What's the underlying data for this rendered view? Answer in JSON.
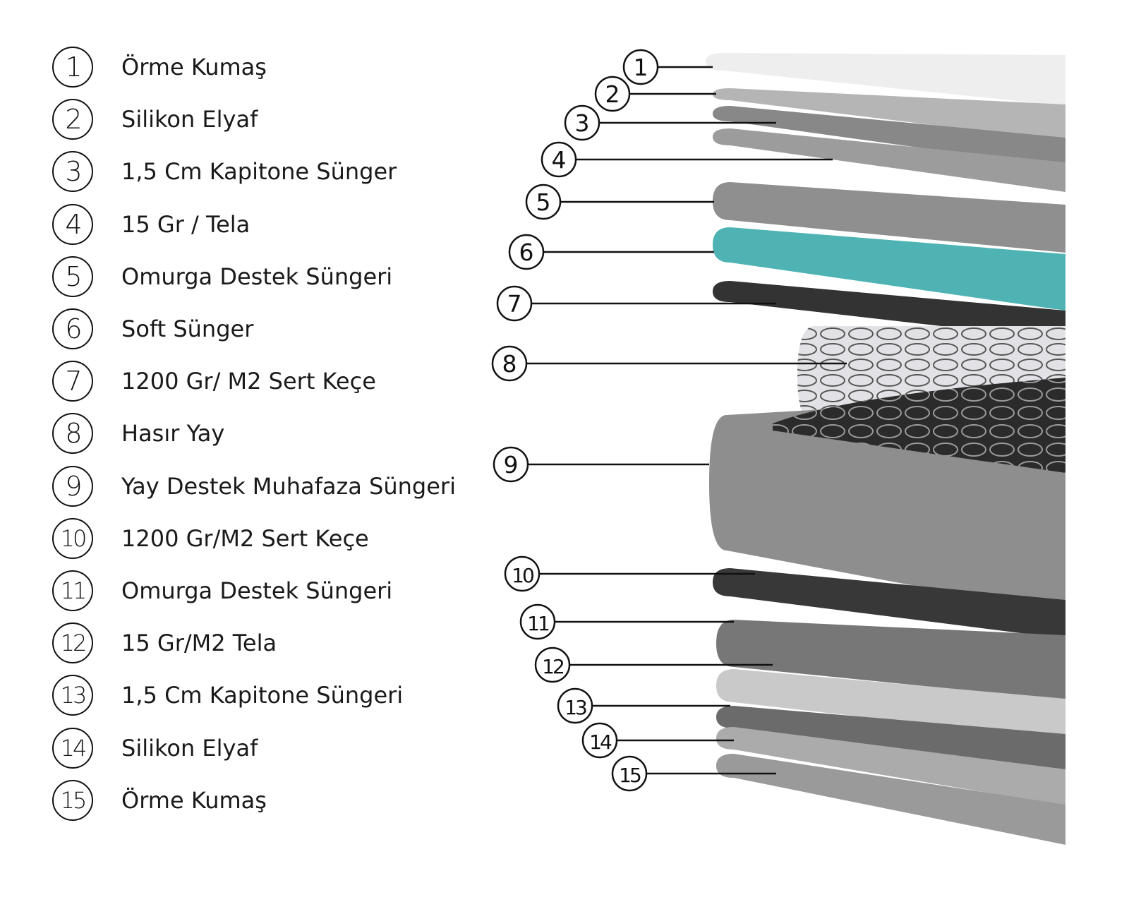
{
  "legend": [
    {
      "number": "1",
      "label": "Örme Kumaş"
    },
    {
      "number": "2",
      "label": "Silikon Elyaf"
    },
    {
      "number": "3",
      "label": "1,5 Cm Kapitone Sünger"
    },
    {
      "number": "4",
      "label": "15 Gr / Tela"
    },
    {
      "number": "5",
      "label": "Omurga Destek Süngeri"
    },
    {
      "number": "6",
      "label": "Soft Sünger"
    },
    {
      "number": "7",
      "label": "1200 Gr/ M2 Sert Keçe"
    },
    {
      "number": "8",
      "label": "Hasır Yay"
    },
    {
      "number": "9",
      "label": "Yay Destek Muhafaza Süngeri"
    },
    {
      "number": "10",
      "label": "1200 Gr/M2 Sert Keçe"
    },
    {
      "number": "11",
      "label": "Omurga Destek Süngeri"
    },
    {
      "number": "12",
      "label": "15 Gr/M2 Tela"
    },
    {
      "number": "13",
      "label": "1,5 Cm Kapitone Süngeri"
    },
    {
      "number": "14",
      "label": "Silikon Elyaf"
    },
    {
      "number": "15",
      "label": "Örme Kumaş"
    }
  ],
  "layer_colors": [
    "#eeeeee",
    "#b5b5b5",
    "#888888",
    "#9c9c9c",
    "#8f8f8f",
    "#4fb3b3",
    "#333333",
    "#d8d8dc",
    "#8e8e8e",
    "#383838",
    "#777777",
    "#c9c9c9",
    "#6b6b6b",
    "#ababab",
    "#9a9a9a"
  ],
  "accent": "#4fb3b3"
}
